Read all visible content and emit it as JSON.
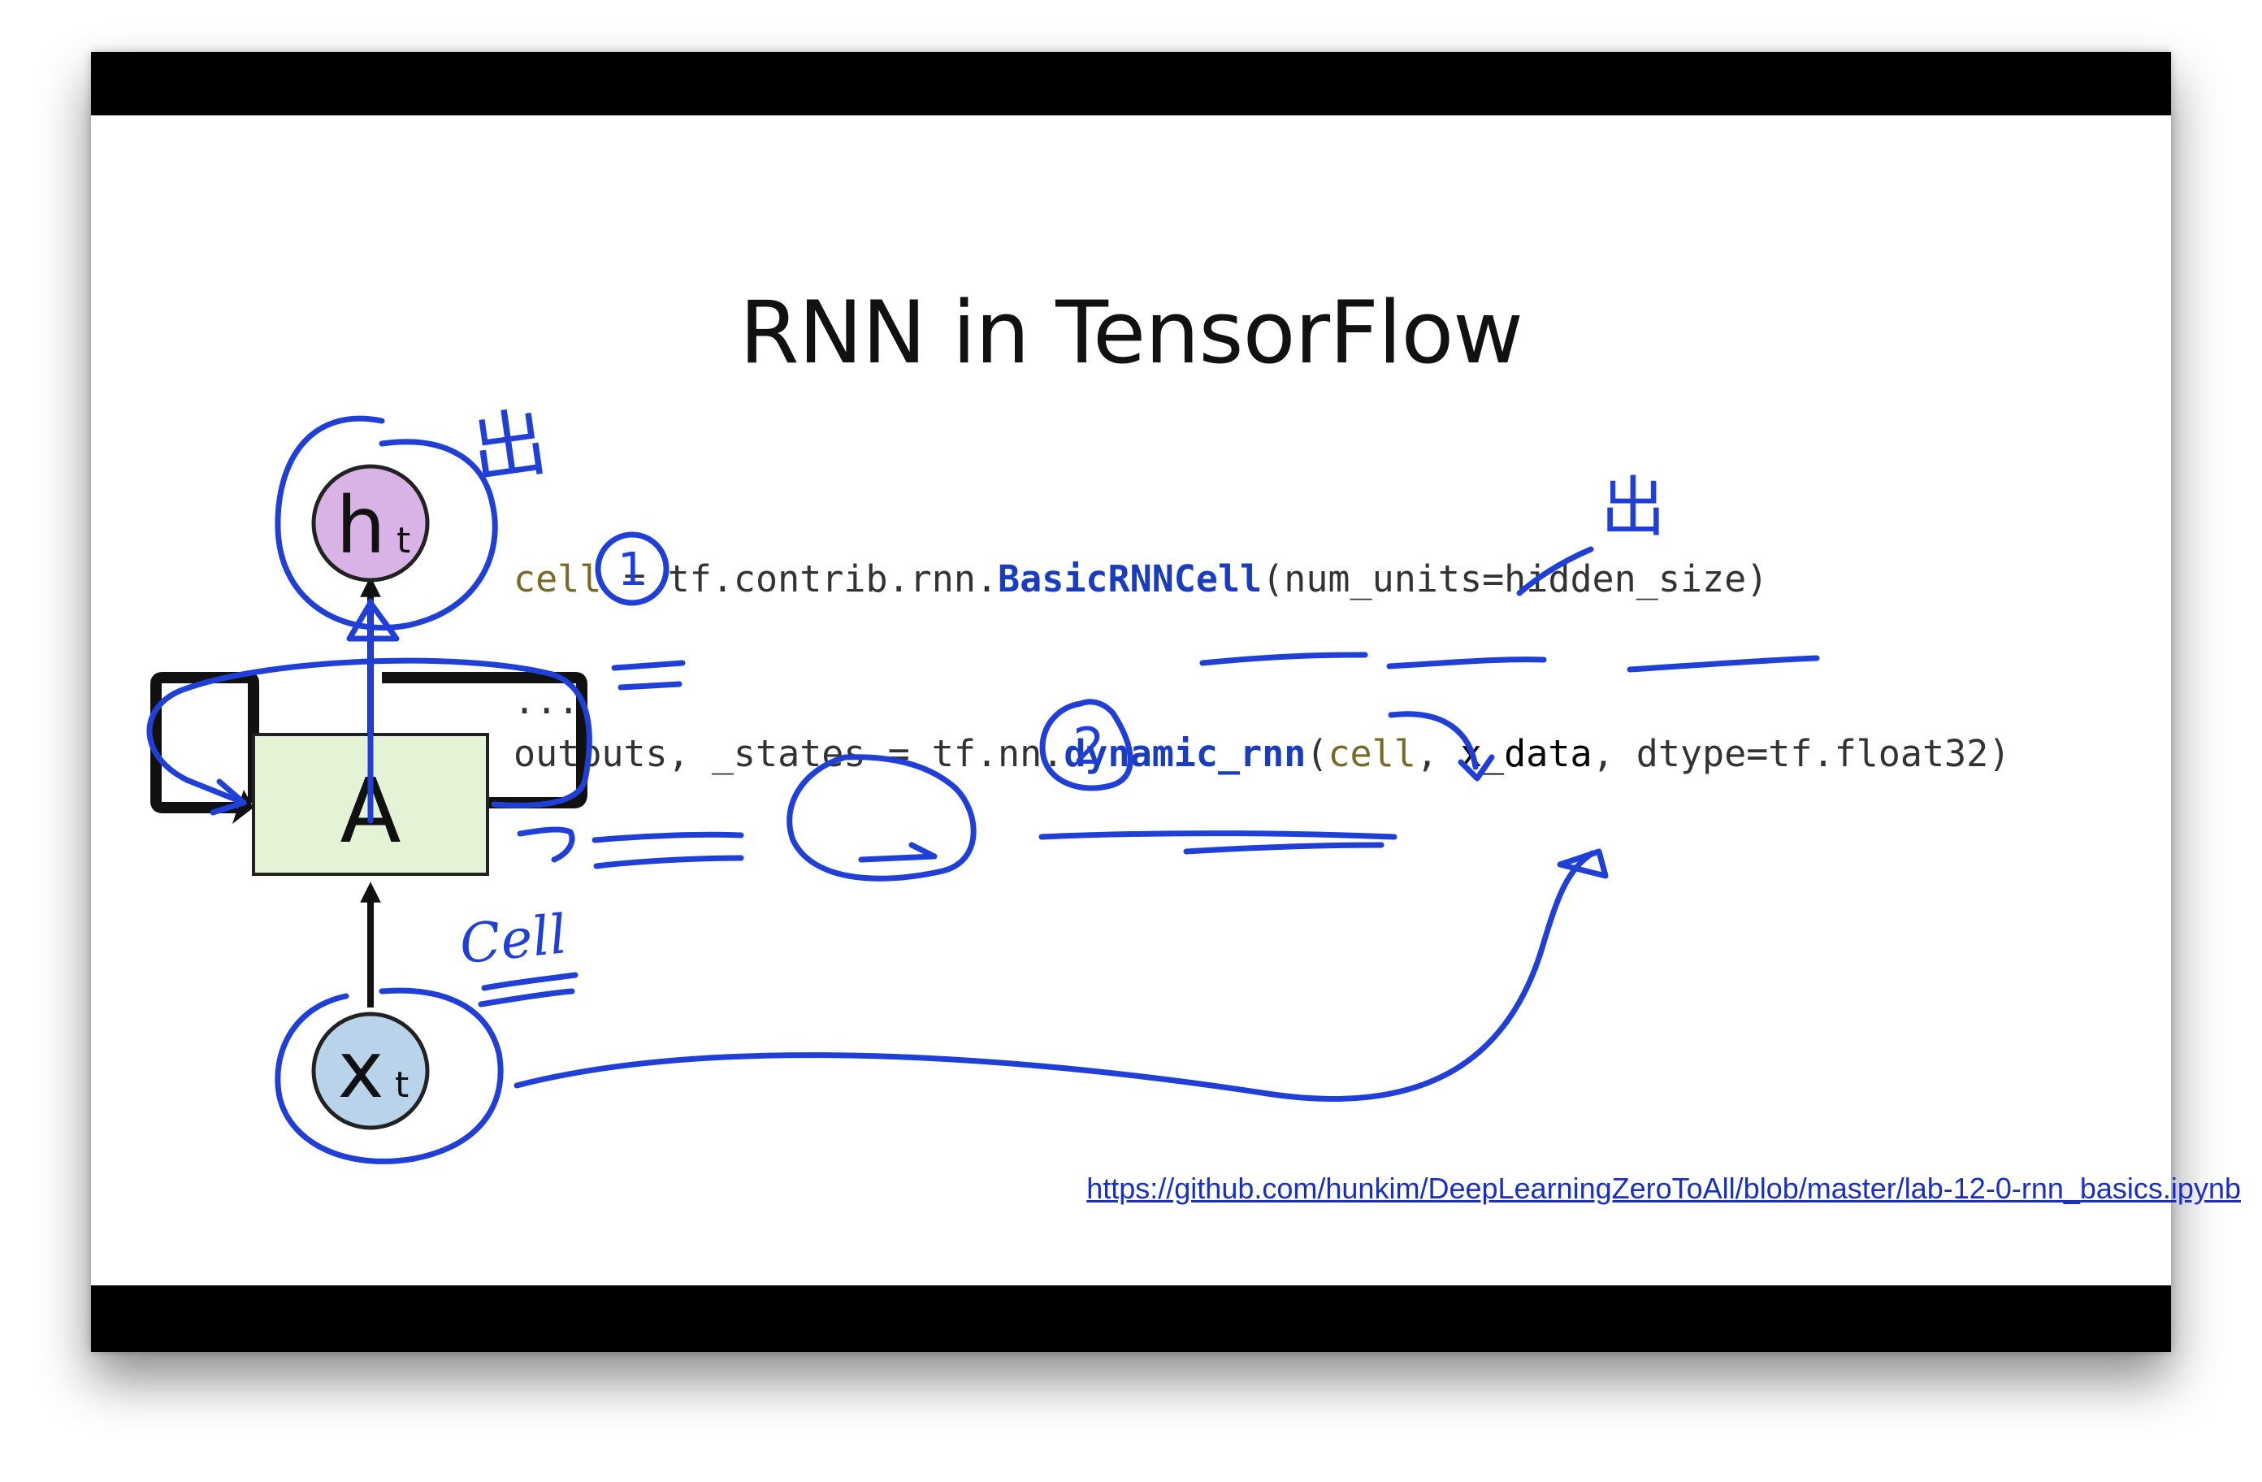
{
  "slide": {
    "title": "RNN in TensorFlow",
    "code": {
      "line1": {
        "var": "cell",
        "eq": " = tf.contrib.rnn.",
        "fn": "BasicRNNCell",
        "args": "(num_units=hidden_size)"
      },
      "ellipsis": "...",
      "line3": {
        "vars": "outputs, _states",
        "eq": " = tf.nn.",
        "fn": "dynamic_rnn",
        "open": "(",
        "arg_cell": "cell",
        "sep1": ", ",
        "arg_x": "x_data",
        "rest": ", dtype=tf.float32)"
      }
    },
    "link": "https://github.com/hunkim/DeepLearningZeroToAll/blob/master/lab-12-0-rnn_basics.ipynb"
  },
  "diagram": {
    "output_node": {
      "main": "h",
      "sub": "t"
    },
    "cell_node": "A",
    "input_node": {
      "main": "x",
      "sub": "t"
    }
  },
  "annotations": {
    "out_mark_1": "出",
    "out_mark_2": "出",
    "step_1": "1",
    "step_2": "2",
    "cell_note": "Cell"
  },
  "colors": {
    "ink": "#1f3fd6",
    "output_fill": "#d9b3e6",
    "input_fill": "#b9d3ea",
    "cell_fill": "#e4f2d6"
  }
}
